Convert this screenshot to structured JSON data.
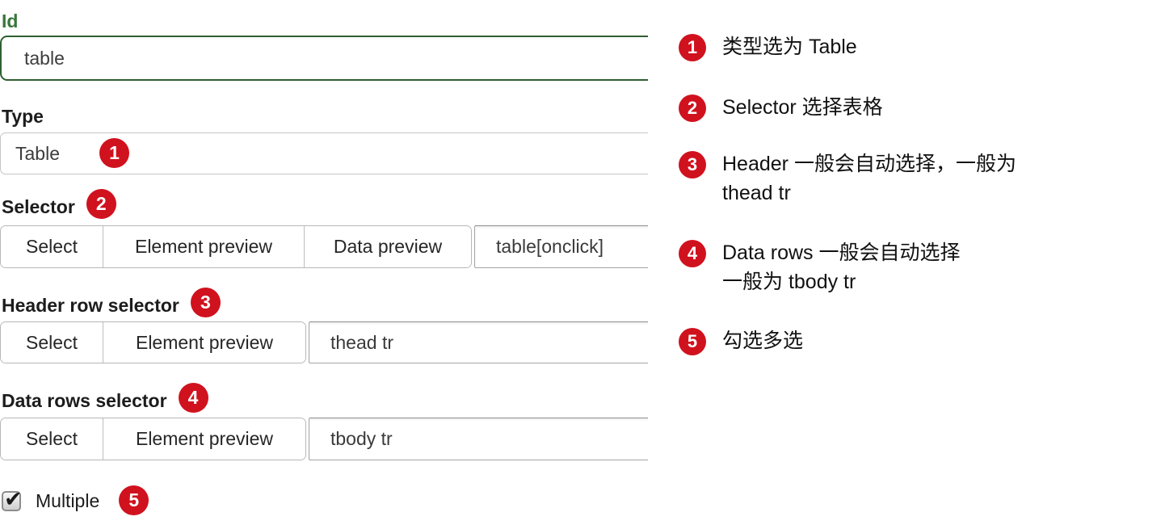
{
  "colors": {
    "badge_red": "#d0121e",
    "success_green_label": "#38773b",
    "success_green_border": "#2f5f31"
  },
  "form": {
    "id_field": {
      "label": "Id",
      "value": "table"
    },
    "type_field": {
      "label": "Type",
      "value": "Table",
      "badge": "1"
    },
    "selector_field": {
      "label": "Selector",
      "badge": "2",
      "buttons": [
        "Select",
        "Element preview",
        "Data preview"
      ],
      "value": "table[onclick]"
    },
    "header_row_field": {
      "label": "Header row selector",
      "badge": "3",
      "buttons": [
        "Select",
        "Element preview"
      ],
      "value": "thead tr"
    },
    "data_rows_field": {
      "label": "Data rows selector",
      "badge": "4",
      "buttons": [
        "Select",
        "Element preview"
      ],
      "value": "tbody tr"
    },
    "multiple_field": {
      "label": "Multiple",
      "badge": "5",
      "checked": true
    }
  },
  "annotations": [
    {
      "badge": "1",
      "lines": [
        "类型选为 Table"
      ]
    },
    {
      "badge": "2",
      "lines": [
        "Selector 选择表格"
      ]
    },
    {
      "badge": "3",
      "lines": [
        "Header 一般会自动选择，一般为",
        "thead tr"
      ]
    },
    {
      "badge": "4",
      "lines": [
        "Data rows 一般会自动选择",
        "一般为 tbody tr"
      ]
    },
    {
      "badge": "5",
      "lines": [
        "勾选多选"
      ]
    }
  ]
}
